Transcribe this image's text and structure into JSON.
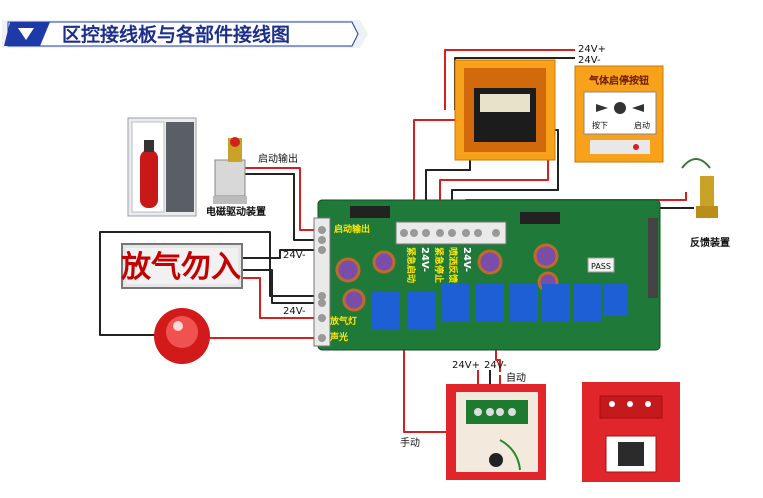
{
  "title": "区控接线板与各部件接线图",
  "components": {
    "solenoid_label": "电磁驱动装置",
    "feedback_label": "反馈装置",
    "manual_button_label": "气体启停按钮",
    "manual_button_left": "按下",
    "manual_button_right": "启动",
    "sign_text": "放气勿入",
    "fire_cabinet": "",
    "strobe": "",
    "pass_sticker": "PASS"
  },
  "wire_labels": {
    "start_output": "启动输出",
    "v24_1": "24V-",
    "v24_2": "24V-",
    "top_v24_plus": "24V+",
    "top_v24_minus": "24V-",
    "bottom_v24_plus": "24V+",
    "bottom_v24_minus": "24V-",
    "auto": "自动",
    "manual": "手动"
  },
  "board_labels": {
    "start_output": "启动输出",
    "emergency_start": "紧急启动",
    "v24_a": "24V-",
    "emergency_stop": "紧急停止",
    "spray_feedback": "喷洒反馈",
    "v24_b": "24V-",
    "release_light": "放气灯",
    "siren": "声光"
  },
  "colors": {
    "title_bar": "#1d3aa8",
    "board": "#1f7a3a",
    "wire_red": "#d42020",
    "wire_black": "#222222",
    "relay": "#1f5fd6",
    "panel_orange": "#f7a21a",
    "panel_red": "#e0262a"
  }
}
